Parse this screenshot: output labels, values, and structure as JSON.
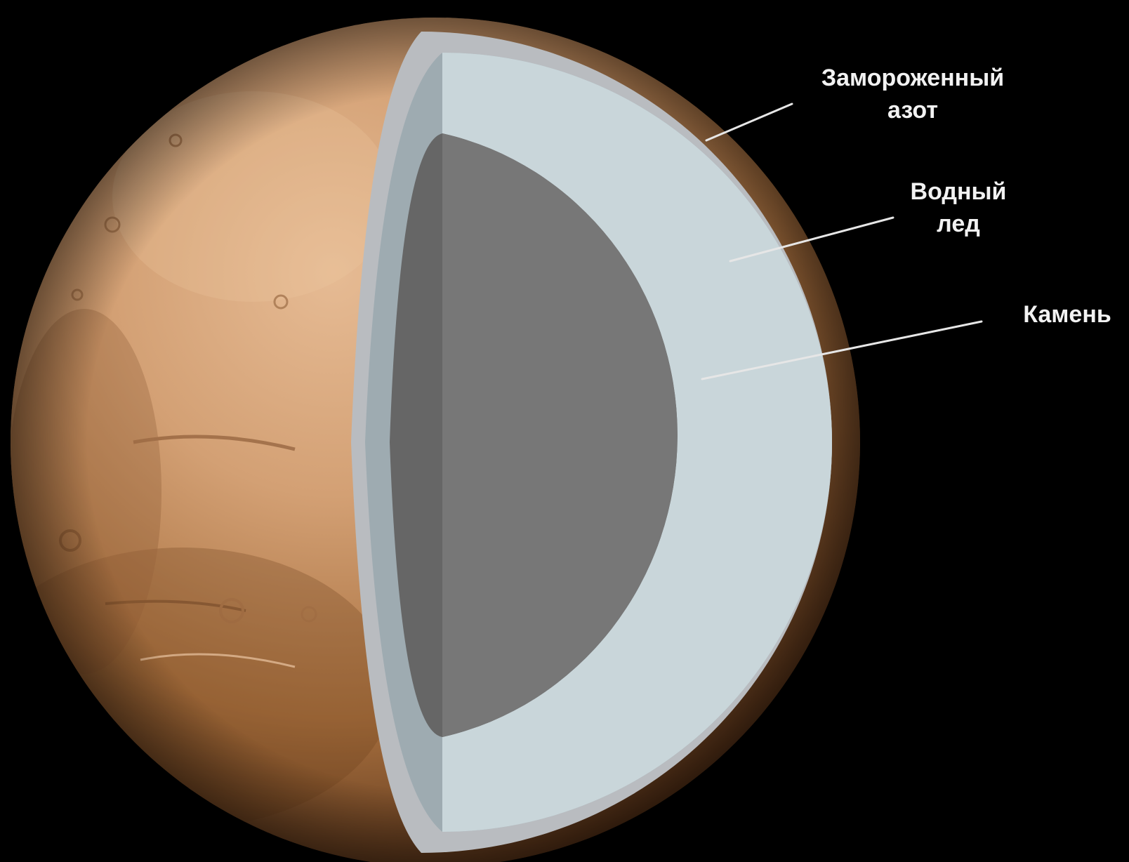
{
  "colors": {
    "background": "#000000",
    "surface_light": "#d9a87c",
    "surface_mid": "#b57d4f",
    "surface_dark": "#5a3419",
    "nitrogen_layer": "#b9bcc0",
    "water_ice_layer": "#c9d6da",
    "water_ice_shadow": "#9aa7ad",
    "rock_core": "#777777",
    "rock_core_shadow": "#666666",
    "leader_line": "#e6e6e6",
    "label_text": "#f2f2f2"
  },
  "labels": {
    "nitrogen": {
      "line1": "Замороженный",
      "line2": "азот"
    },
    "water_ice": {
      "line1": "Водный",
      "line2": "лед"
    },
    "rock": {
      "line1": "Камень"
    }
  }
}
